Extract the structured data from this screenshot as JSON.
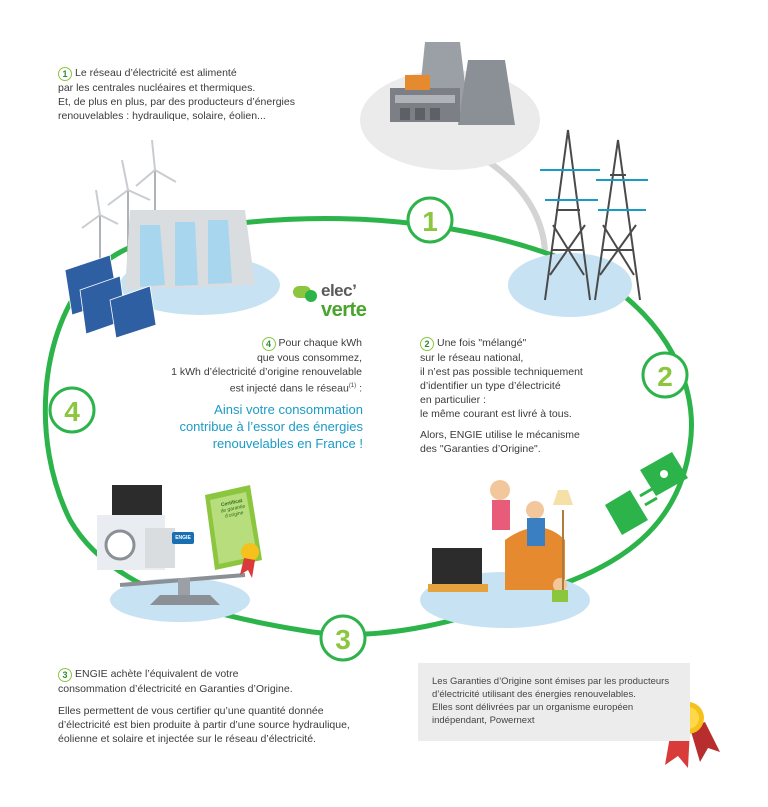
{
  "steps": {
    "s1": {
      "num": "1",
      "text_lines": [
        "Le réseau d’électricité est alimenté",
        "par les centrales nucléaires et thermiques.",
        "Et, de plus en plus, par des producteurs d’énergies",
        "renouvelables : hydraulique, solaire, éolien..."
      ]
    },
    "s2": {
      "num": "2",
      "text_lines": [
        "Une fois \"mélangé\"",
        "sur le réseau national,",
        "il n’est pas possible techniquement",
        "d’identifier un type d’électricité",
        "en particulier :",
        "le même courant est livré à tous."
      ],
      "text2_lines": [
        "Alors, ENGIE utilise le mécanisme",
        "des \"Garanties d’Origine\"."
      ]
    },
    "s3": {
      "num": "3",
      "text_lines": [
        "ENGIE achète l’équivalent de votre",
        "consommation d’électricité en Garanties d’Origine."
      ],
      "text2_lines": [
        "Elles permettent de vous certifier qu’une quantité donnée",
        "d’électricité est bien produite à partir d’une source hydraulique,",
        "éolienne et solaire et injectée sur le réseau d’électricité."
      ]
    },
    "s4": {
      "num": "4",
      "text_lines": [
        "Pour chaque kWh",
        "que vous consommez,",
        "1 kWh d’électricité d’origine renouvelable",
        "est injecté dans le réseau",
        "(1)",
        " :"
      ],
      "highlight_lines": [
        "Ainsi votre consommation",
        "contribue à l’essor des énergies",
        "renouvelables en France !"
      ]
    }
  },
  "logo": {
    "line1": "elec’",
    "line2": "verte"
  },
  "note": {
    "lines": [
      "Les Garanties d’Origine sont émises par les producteurs",
      "d’électricité utilisant des énergies renouvelables.",
      "Elles sont délivrées par un organisme européen",
      "indépendant, Powernext"
    ]
  },
  "certificate": {
    "title": "Certificat",
    "subtitle": "de garantie d’origine"
  },
  "brand_badge": "ENGIE",
  "colors": {
    "loop_green": "#2cb34a",
    "badge_green": "#8cc63f",
    "platform_blue": "#c7e3f3",
    "highlight_blue": "#1a9bc6",
    "note_bg": "#ececec"
  }
}
